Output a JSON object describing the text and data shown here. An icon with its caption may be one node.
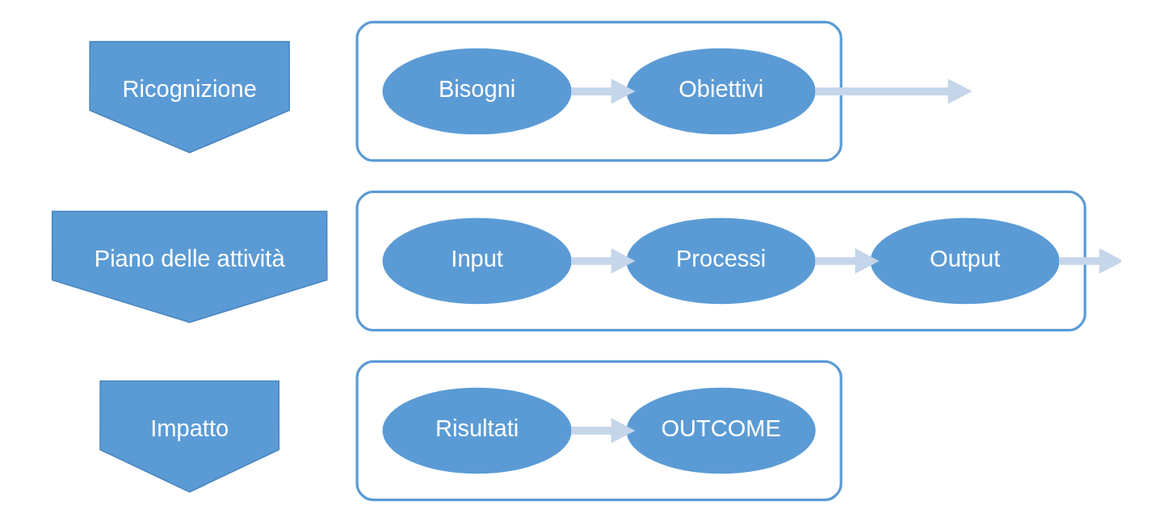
{
  "diagram": {
    "nodes": [
      {
        "text": [
          "Ricognizione"
        ]
      },
      {
        "text": [],
        "shape": "box"
      },
      {
        "text": [
          "Bisogni"
        ],
        "in": 1
      },
      {
        "text": [
          "Obiettivi"
        ],
        "in": 1
      },
      {
        "text": [
          "Piano delle attività"
        ]
      },
      {
        "text": [],
        "shape": "box"
      },
      {
        "text": [
          "Input"
        ],
        "in": 5
      },
      {
        "text": [
          "Processi"
        ],
        "in": 5
      },
      {
        "text": [
          "Output"
        ],
        "in": 5
      },
      {
        "text": [
          "Impatto"
        ]
      },
      {
        "text": [],
        "shape": "box"
      },
      {
        "text": [
          "Risultati"
        ],
        "in": 10
      },
      {
        "text": [
          "OUTCOME"
        ],
        "in": 10
      }
    ],
    "edges": [
      {
        "from": 2,
        "to": 3,
        "arrow": "to"
      },
      {
        "from": 3,
        "to": null,
        "arrow": "to"
      },
      {
        "from": 6,
        "to": 7,
        "arrow": "to"
      },
      {
        "from": 7,
        "to": 8,
        "arrow": "to"
      },
      {
        "from": 8,
        "to": null,
        "arrow": "to"
      },
      {
        "from": 11,
        "to": 12,
        "arrow": "to"
      }
    ]
  }
}
